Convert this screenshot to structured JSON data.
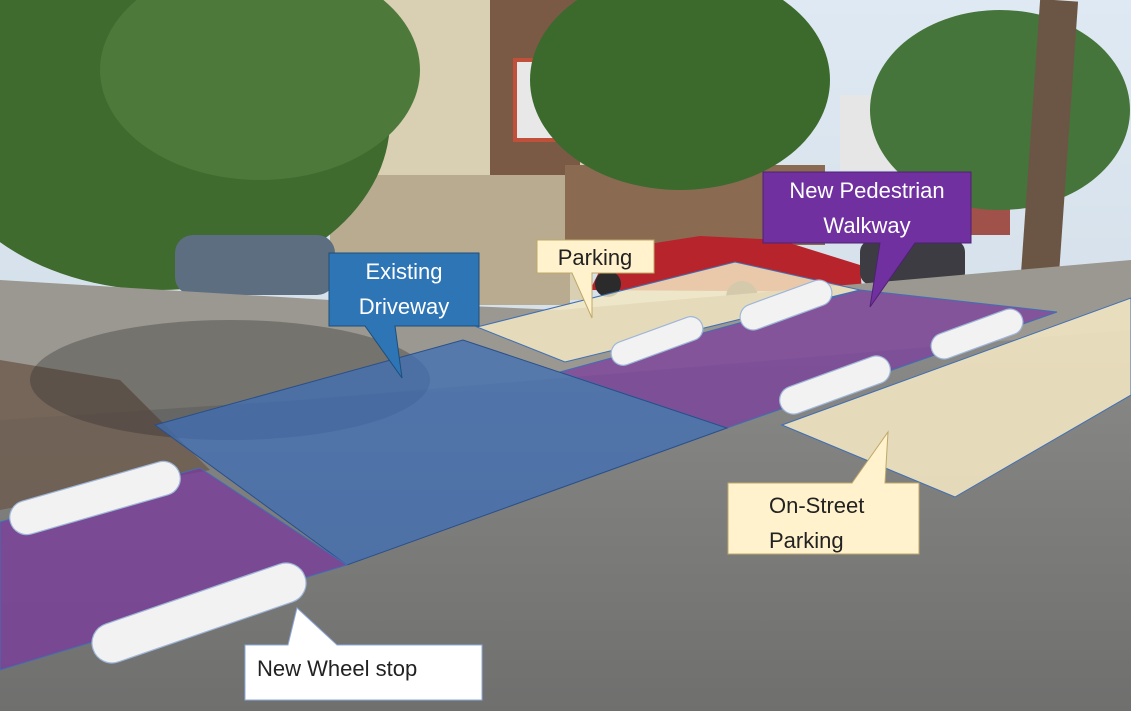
{
  "callouts": {
    "existing_driveway": [
      "Existing",
      "Driveway"
    ],
    "parking": "Parking",
    "new_pedestrian_walkway": [
      "New Pedestrian",
      "Walkway"
    ],
    "on_street_parking": [
      "On-Street",
      "Parking"
    ],
    "new_wheel_stop": "New Wheel stop"
  },
  "colors": {
    "driveway_zone": "#3f6fb5",
    "walkway_zone": "#7a3a9e",
    "parking_zone": "#f2e6c2",
    "driveway_label_bg": "#2e75b6",
    "walkway_label_bg": "#7030a0",
    "parking_label_bg": "#fff2cc",
    "wheel_stop": "#f2f2f2"
  }
}
